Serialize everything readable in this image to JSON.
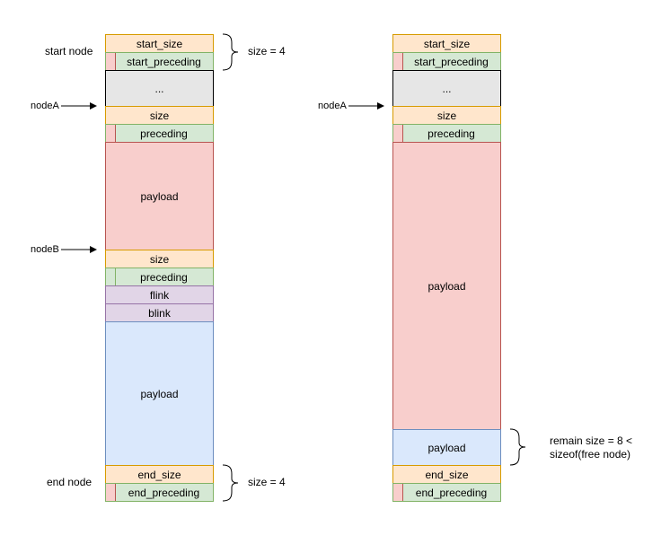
{
  "left": {
    "start_size": "start_size",
    "start_preceding": "start_preceding",
    "ellipsis": "...",
    "a_size": "size",
    "a_preceding": "preceding",
    "a_payload": "payload",
    "b_size": "size",
    "b_preceding": "preceding",
    "b_flink": "flink",
    "b_blink": "blink",
    "b_payload": "payload",
    "end_size": "end_size",
    "end_preceding": "end_preceding",
    "label_start_node": "start node",
    "label_end_node": "end node",
    "label_node_a": "nodeA",
    "label_node_b": "nodeB",
    "brace_top": "size = 4",
    "brace_bottom": "size = 4"
  },
  "right": {
    "start_size": "start_size",
    "start_preceding": "start_preceding",
    "ellipsis": "...",
    "a_size": "size",
    "a_preceding": "preceding",
    "a_payload": "payload",
    "rem_payload": "payload",
    "end_size": "end_size",
    "end_preceding": "end_preceding",
    "label_node_a": "nodeA",
    "remain_line1": "remain size = 8 <",
    "remain_line2": "sizeof(free node)"
  }
}
